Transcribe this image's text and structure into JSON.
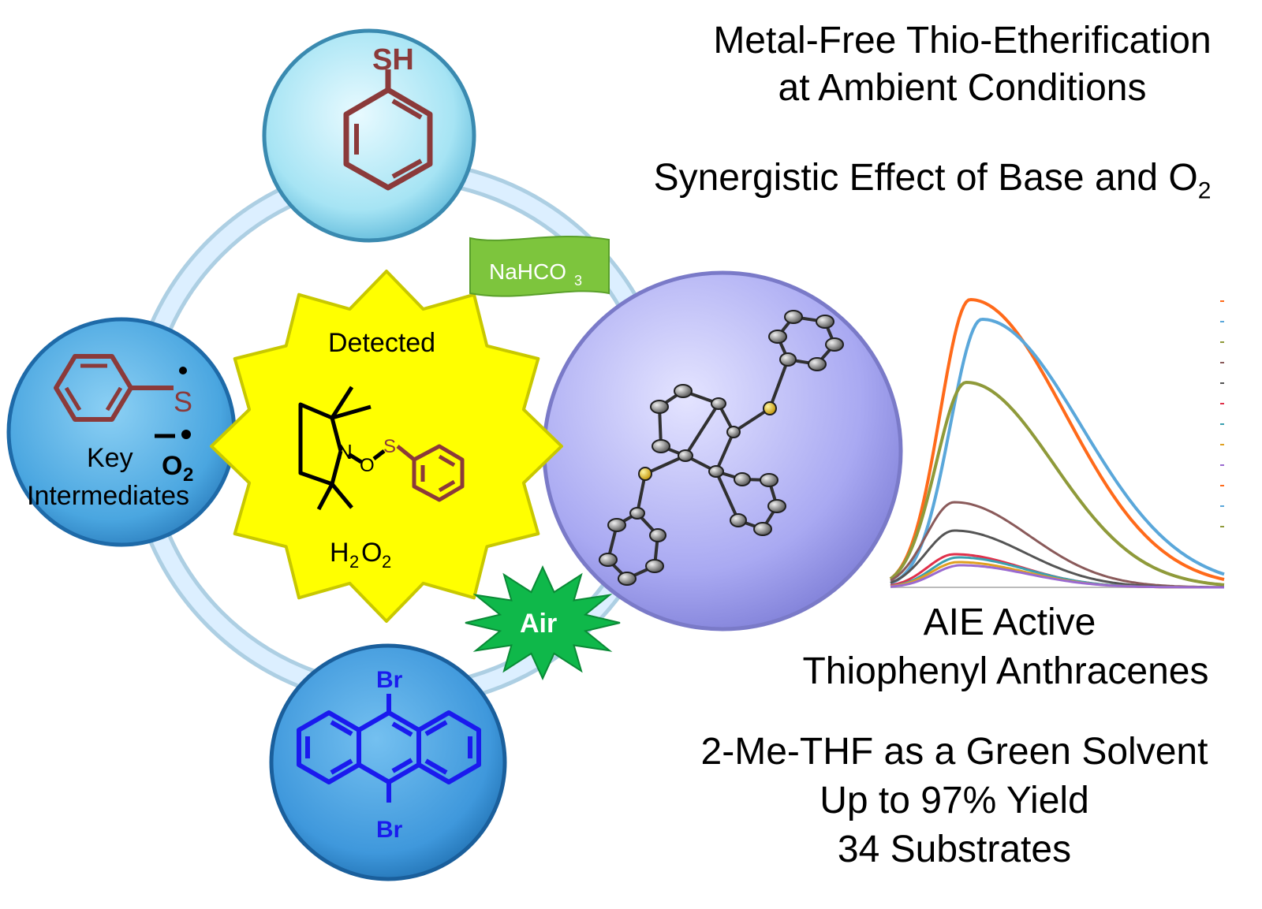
{
  "header": {
    "title_line1": "Metal-Free Thio-Etherification",
    "title_line2": "at Ambient Conditions",
    "subtitle_main": "Synergistic Effect of Base and O",
    "subtitle_sub": "2"
  },
  "reagents": {
    "thiol_label": "SH",
    "dibromo_top": "Br",
    "dibromo_bottom": "Br",
    "base_main": "NaHCO",
    "base_sub": "3",
    "air": "Air"
  },
  "intermediates": {
    "radical_atom": "S",
    "superoxide_main": "O",
    "superoxide_sub": "2",
    "label_line1": "Key",
    "label_line2": "Intermediates"
  },
  "detected": {
    "title": "Detected",
    "n_atom": "N",
    "o_atom": "O",
    "s_atom": "S",
    "byproduct_h": "H",
    "byproduct_sub1": "2",
    "byproduct_o": "O",
    "byproduct_sub2": "2"
  },
  "aie": {
    "line1": "AIE Active",
    "line2": "Thiophenyl Anthracenes"
  },
  "highlights": {
    "line1": "2-Me-THF as a Green Solvent",
    "line2": "Up to 97% Yield",
    "line3": "34 Substrates"
  },
  "emission_plot": {
    "curve_colors": [
      "#ff6a1a",
      "#5aa7da",
      "#8f9a3a",
      "#8a5a5a",
      "#555555",
      "#e0304a",
      "#3aa0b0",
      "#e0a020",
      "#9a6ad0"
    ]
  },
  "colors": {
    "ring": "#b8d8ee",
    "top_circle": "#a6e4f4",
    "left_circle": "#4aa6e0",
    "bottom_circle": "#3f98dc",
    "right_circle": "#a9a9f2",
    "star": "#ffff00",
    "thiol_color": "#8b3a3a",
    "dibromo_color": "#1a1aee",
    "base_badge": "#7dc53d",
    "air_burst": "#0fb84a"
  }
}
